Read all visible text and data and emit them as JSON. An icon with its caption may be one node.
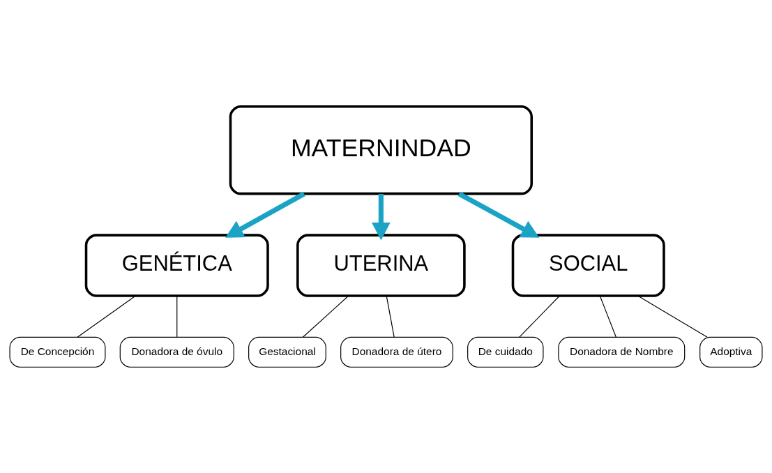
{
  "diagram": {
    "nodes": [
      {
        "text": [
          "MATERNINDAD"
        ]
      },
      {
        "text": [
          "GENÉTICA"
        ]
      },
      {
        "text": [
          "UTERINA"
        ]
      },
      {
        "text": [
          "SOCIAL"
        ]
      },
      {
        "text": [
          "De Concepción"
        ]
      },
      {
        "text": [
          "Donadora de óvulo"
        ]
      },
      {
        "text": [
          "Gestacional"
        ]
      },
      {
        "text": [
          "Donadora de útero"
        ]
      },
      {
        "text": [
          "De cuidado"
        ]
      },
      {
        "text": [
          "Donadora de Nombre"
        ]
      },
      {
        "text": [
          "Adoptiva"
        ]
      }
    ],
    "edges": [
      {
        "from": 0,
        "to": 1,
        "arrow": "to",
        "style": "thick",
        "color": "#1ba3c6"
      },
      {
        "from": 0,
        "to": 2,
        "arrow": "to",
        "style": "thick",
        "color": "#1ba3c6"
      },
      {
        "from": 0,
        "to": 3,
        "arrow": "to",
        "style": "thick",
        "color": "#1ba3c6"
      },
      {
        "from": 1,
        "to": 4,
        "arrow": "none"
      },
      {
        "from": 1,
        "to": 5,
        "arrow": "none"
      },
      {
        "from": 2,
        "to": 6,
        "arrow": "none"
      },
      {
        "from": 2,
        "to": 7,
        "arrow": "none"
      },
      {
        "from": 3,
        "to": 8,
        "arrow": "none"
      },
      {
        "from": 3,
        "to": 9,
        "arrow": "none"
      },
      {
        "from": 3,
        "to": 10,
        "arrow": "none"
      }
    ]
  }
}
